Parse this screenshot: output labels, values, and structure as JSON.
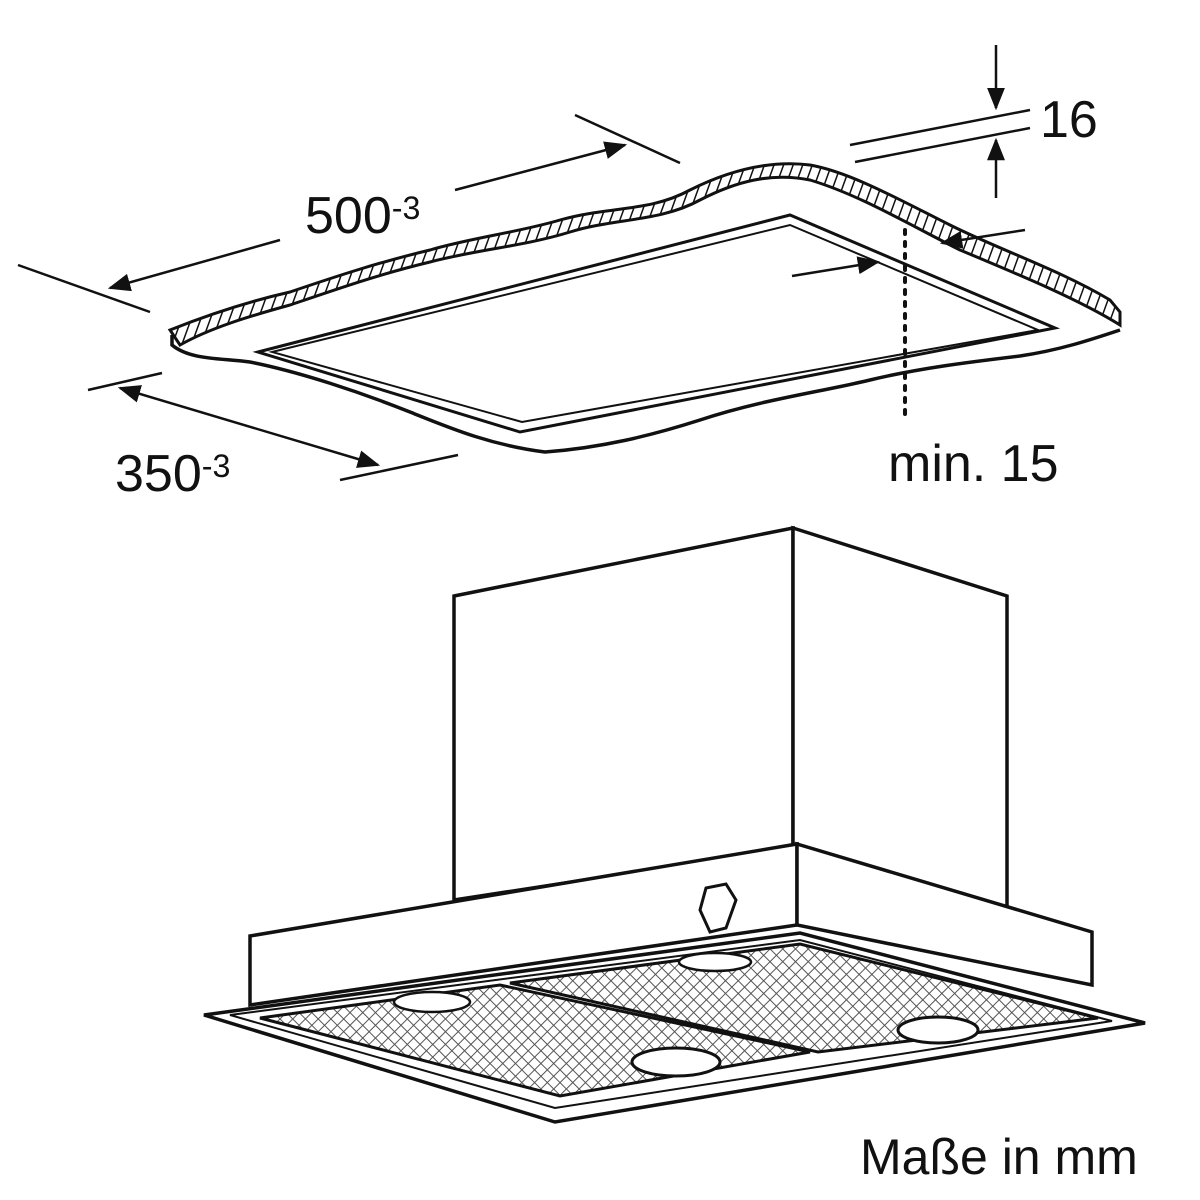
{
  "dimensions": {
    "width": {
      "value": "500",
      "tolerance": "-3"
    },
    "depth": {
      "value": "350",
      "tolerance": "-3"
    },
    "panel_thickness": {
      "value": "16"
    },
    "min_clearance": {
      "value": "min. 15"
    }
  },
  "unit_note": "Maße in mm",
  "colors": {
    "line": "#111111",
    "background": "#ffffff",
    "filter_fill": "#8a8a8a",
    "housing_fill": "#ffffff"
  },
  "icons": [
    "dimension-arrow-icon",
    "grease-filter-icon",
    "lamp-icon",
    "control-knob-icon"
  ]
}
